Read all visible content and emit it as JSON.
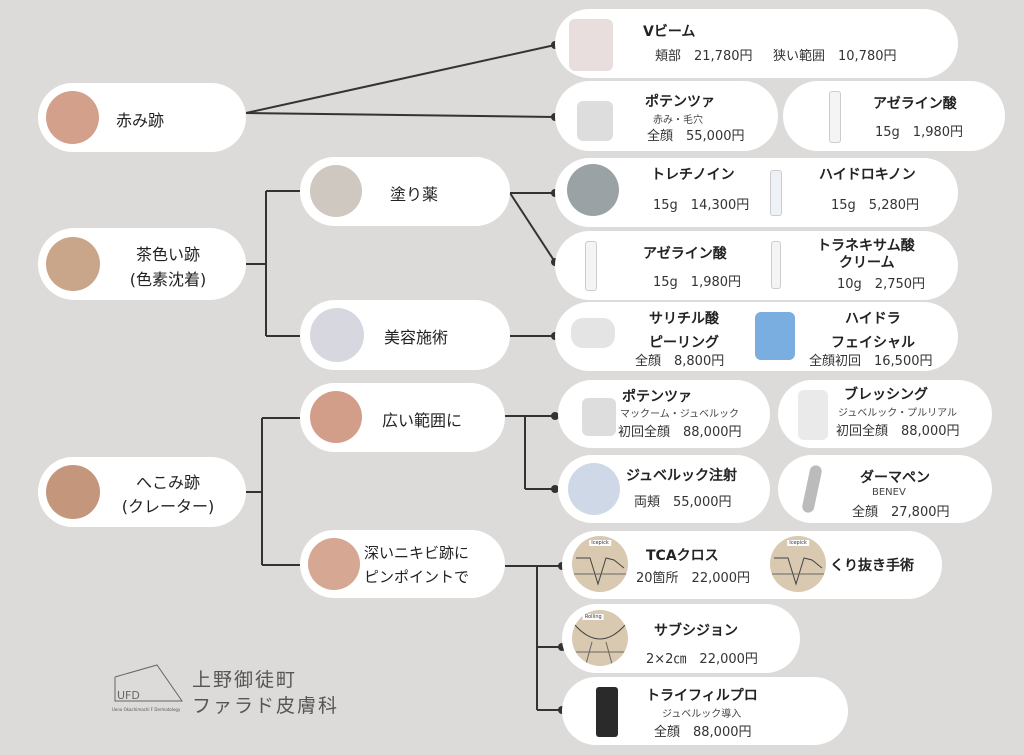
{
  "categories": {
    "redness": {
      "label": "赤み跡"
    },
    "brown": {
      "label1": "茶色い跡",
      "label2": "(色素沈着)"
    },
    "depressed": {
      "label1": "へこみ跡",
      "label2": "(クレーター)"
    }
  },
  "sub": {
    "topical": "塗り薬",
    "aesthetic": "美容施術",
    "wide": "広い範囲に",
    "deep1": "深いニキビ跡に",
    "deep2": "ピンポイントで"
  },
  "products": {
    "vbeam": {
      "name": "Vビーム",
      "price1": "頬部　21,780円",
      "price2": "狭い範囲　10,780円"
    },
    "potenza1": {
      "name": "ポテンツァ",
      "note": "赤み・毛穴",
      "price": "全顔　55,000円"
    },
    "azelaic1": {
      "name": "アゼライン酸",
      "price": "15g　1,980円"
    },
    "tretinoin": {
      "name": "トレチノイン",
      "price": "15g　14,300円"
    },
    "hydroquinone": {
      "name": "ハイドロキノン",
      "price": "15g　5,280円"
    },
    "azelaic2": {
      "name": "アゼライン酸",
      "price": "15g　1,980円"
    },
    "tranexamic": {
      "name1": "トラネキサム酸",
      "name2": "クリーム",
      "price": "10g　2,750円"
    },
    "salicylic": {
      "name1": "サリチル酸",
      "name2": "ピーリング",
      "price": "全顔　8,800円"
    },
    "hydra": {
      "name1": "ハイドラ",
      "name2": "フェイシャル",
      "price": "全顔初回　16,500円"
    },
    "potenza2": {
      "name": "ポテンツァ",
      "note": "マックーム・ジュベルック",
      "price": "初回全顔　88,000円"
    },
    "blessing": {
      "name": "ブレッシング",
      "note": "ジュベルック・プルリアル",
      "price": "初回全顔　88,000円"
    },
    "jeuveau": {
      "name": "ジュベルック注射",
      "price": "両頬　55,000円"
    },
    "dermapen": {
      "name": "ダーマペン",
      "note": "BENEV",
      "price": "全顔　27,800円"
    },
    "tca": {
      "name": "TCAクロス",
      "price": "20箇所　22,000円",
      "img_label": "Icepick"
    },
    "punch": {
      "name": "くり抜き手術",
      "img_label": "Icepick"
    },
    "subcision": {
      "name": "サブシジョン",
      "price": "2×2㎝　22,000円",
      "img_label": "Rolling"
    },
    "trifill": {
      "name": "トライフィルプロ",
      "note": "ジュベルック導入",
      "price": "全顔　88,000円"
    }
  },
  "logo": {
    "mark": "UFD",
    "line1": "上野御徒町",
    "line2": "ファラド皮膚科",
    "tagline": "Ueno Okachimachi F Dermatology"
  },
  "colors": {
    "background": "#dcdbd9",
    "card": "#ffffff",
    "line": "#333333"
  }
}
